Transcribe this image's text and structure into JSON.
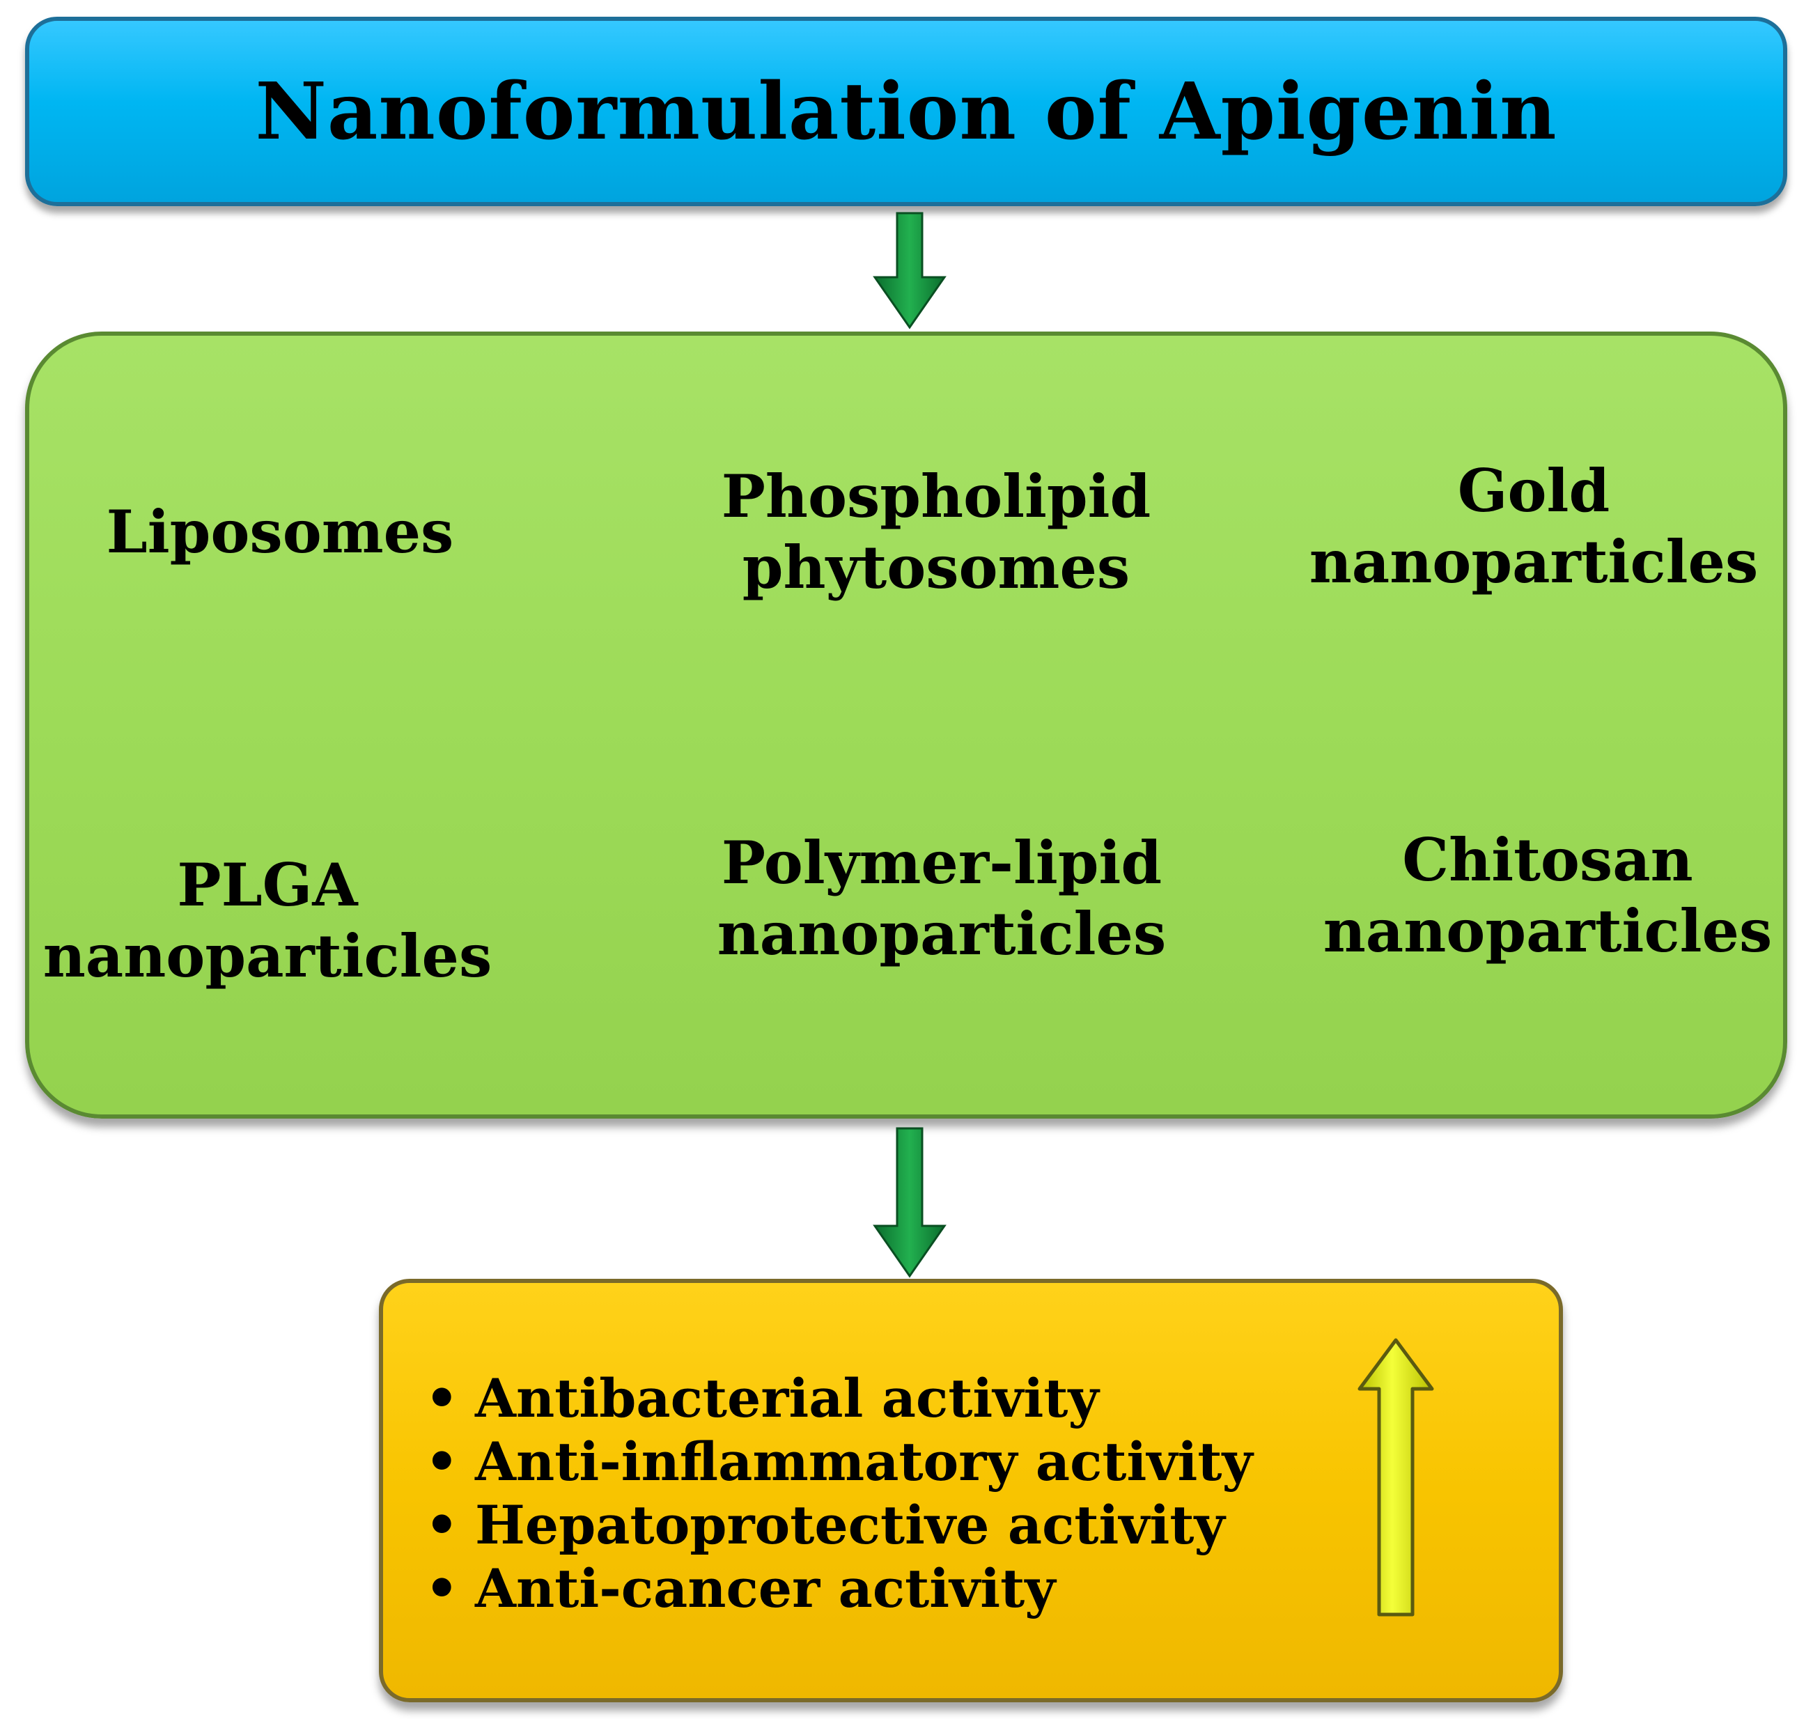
{
  "title": "Nanoformulation of Apigenin",
  "formulations": [
    {
      "id": "liposomes",
      "lines": [
        "Liposomes"
      ]
    },
    {
      "id": "phospholipid-phytosomes",
      "lines": [
        "Phospholipid",
        "phytosomes"
      ]
    },
    {
      "id": "gold-nanoparticles",
      "lines": [
        "Gold",
        "nanoparticles"
      ]
    },
    {
      "id": "plga-nanoparticles",
      "lines": [
        "PLGA",
        "nanoparticles"
      ]
    },
    {
      "id": "polymer-lipid-nanoparticles",
      "lines": [
        "Polymer-lipid",
        "nanoparticles"
      ]
    },
    {
      "id": "chitosan-nanoparticles",
      "lines": [
        "Chitosan",
        "nanoparticles"
      ]
    }
  ],
  "activities": {
    "bullet": "•",
    "items": [
      "Antibacterial activity",
      "Anti-inflammatory activity",
      "Hepatoprotective activity",
      "Anti-cancer activity"
    ]
  },
  "indicator": {
    "direction": "increase",
    "icon": "up-arrow-icon"
  },
  "colors": {
    "title_box": "#00b6f2",
    "formulation_box": "#9ddb58",
    "activity_box": "#f8c400",
    "flow_arrow": "#0e8a3c",
    "increase_arrow": "#e8f000"
  }
}
